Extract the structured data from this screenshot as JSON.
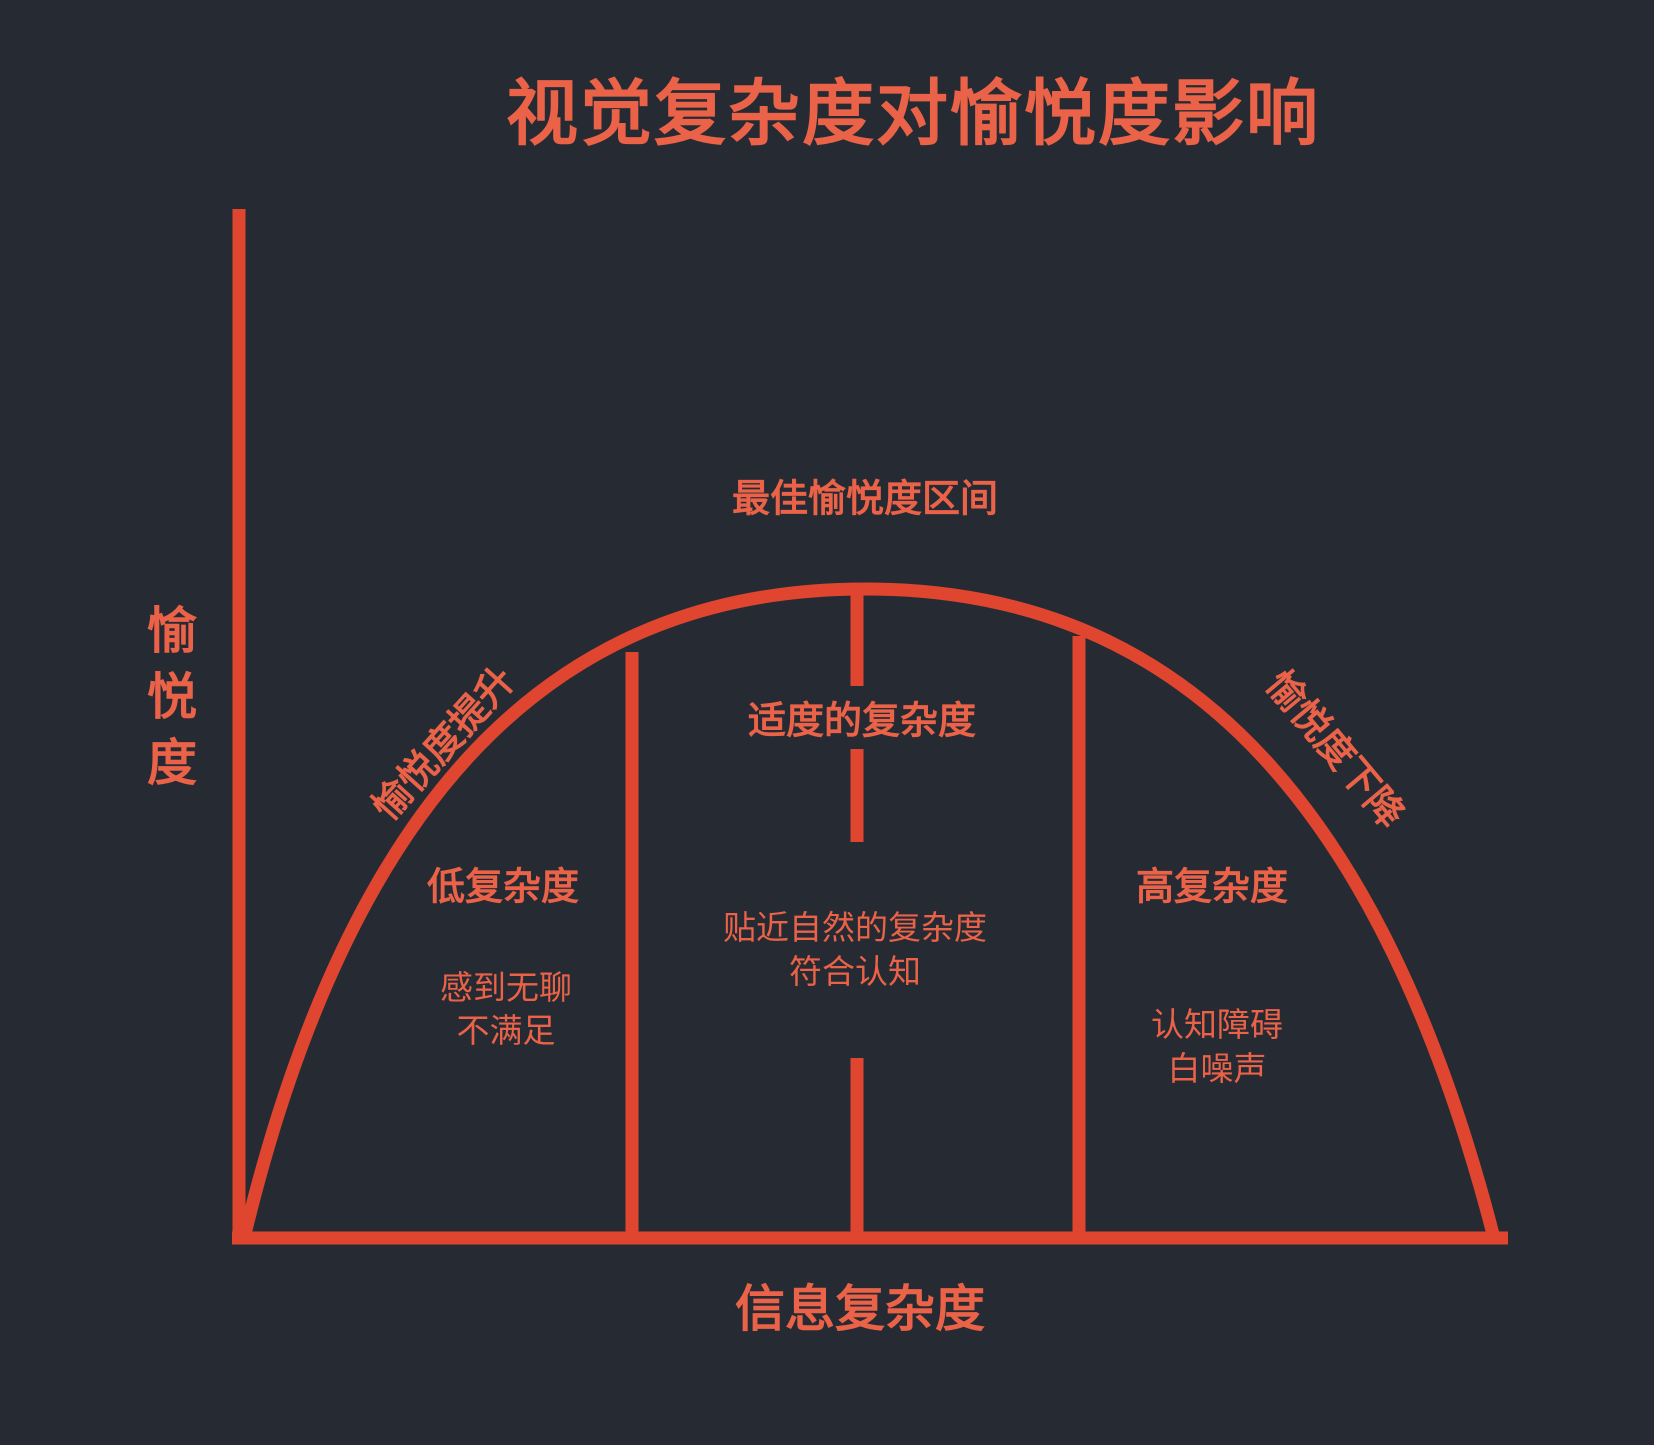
{
  "title": "视觉复杂度对愉悦度影响",
  "y_axis_label": "愉悦度",
  "x_axis_label": "信息复杂度",
  "peak_label": "最佳愉悦度区间",
  "rising_label": "愉悦度提升",
  "falling_label": "愉悦度下降",
  "zones": {
    "low": {
      "heading": "低复杂度",
      "line1": "感到无聊",
      "line2": "不满足"
    },
    "mid": {
      "heading": "适度的复杂度",
      "line1": "贴近自然的复杂度",
      "line2": "符合认知"
    },
    "high": {
      "heading": "高复杂度",
      "line1": "认知障碍",
      "line2": "白噪声"
    }
  },
  "colors": {
    "background": "#262b33",
    "line": "#e04530",
    "text": "#ea6248"
  }
}
